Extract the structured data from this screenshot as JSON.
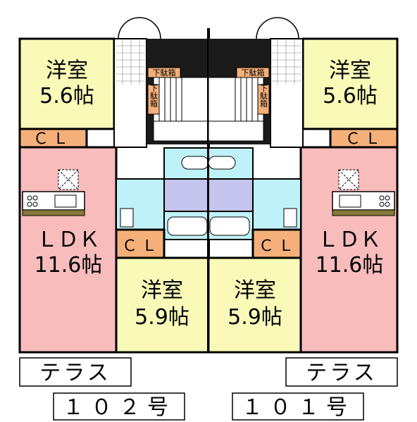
{
  "floor_plan": {
    "units": [
      {
        "unit_number": "１０２号",
        "rooms": [
          {
            "id": "bedroom-north",
            "name": "洋室",
            "size": "5.6帖",
            "color": "#fafab8"
          },
          {
            "id": "ldk",
            "name": "ＬＤＫ",
            "size": "11.6帖",
            "color": "#f8bcbc"
          },
          {
            "id": "bedroom-south",
            "name": "洋室",
            "size": "5.9帖",
            "color": "#fafab8"
          }
        ],
        "closets": [
          "ＣＬ",
          "ＣＬ"
        ],
        "shoe_cabinets": [
          "下駄箱",
          "下駄箱"
        ],
        "terrace": "テラス"
      },
      {
        "unit_number": "１０１号",
        "rooms": [
          {
            "id": "bedroom-north",
            "name": "洋室",
            "size": "5.6帖",
            "color": "#fafab8"
          },
          {
            "id": "ldk",
            "name": "ＬＤＫ",
            "size": "11.6帖",
            "color": "#f8bcbc"
          },
          {
            "id": "bedroom-south",
            "name": "洋室",
            "size": "5.9帖",
            "color": "#fafab8"
          }
        ],
        "closets": [
          "ＣＬ",
          "ＣＬ"
        ],
        "shoe_cabinets": [
          "下駄箱",
          "下駄箱"
        ],
        "terrace": "テラス"
      }
    ],
    "colors": {
      "bedroom": "#fafab8",
      "ldk": "#f8bcbc",
      "closet": "#f5b07a",
      "wet_area": "#bff2f8",
      "washroom": "#c4c4ee",
      "floor_dark": "#1a1a1a",
      "wall": "#000000"
    }
  }
}
